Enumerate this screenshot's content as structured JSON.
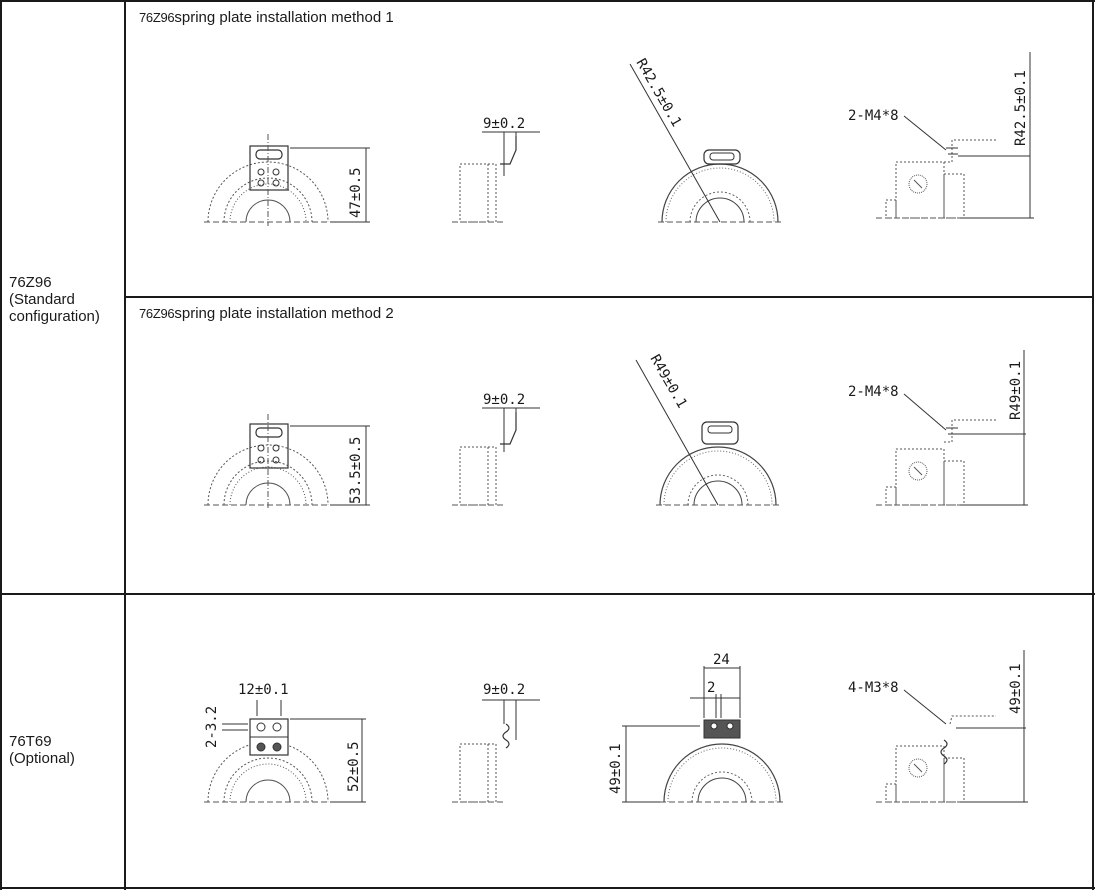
{
  "rows": [
    {
      "model_label": "76Z96",
      "model_sub": [
        "(Standard",
        "configuration)"
      ],
      "methods": [
        {
          "title_model": "76Z96",
          "title_text": "spring plate installation method 1",
          "dims": {
            "height": "47±0.5",
            "plate": "9±0.2",
            "radius": "R42.5±0.1",
            "screw": "2-M4*8",
            "radius_side": "R42.5±0.1"
          }
        },
        {
          "title_model": "76Z96",
          "title_text": "spring plate installation method 2",
          "dims": {
            "height": "53.5±0.5",
            "plate": "9±0.2",
            "radius": "R49±0.1",
            "screw": "2-M4*8",
            "radius_side": "R49±0.1"
          }
        }
      ]
    },
    {
      "model_label": "76T69",
      "model_sub": [
        "(Optional)"
      ],
      "dims": {
        "slot": "12±0.1",
        "gap": "2-3.2",
        "height": "52±0.5",
        "plate": "9±0.2",
        "width_top": "24",
        "width_small": "2",
        "height_front": "49±0.1",
        "screw": "4-M3*8",
        "height_side": "49±0.1"
      }
    }
  ]
}
